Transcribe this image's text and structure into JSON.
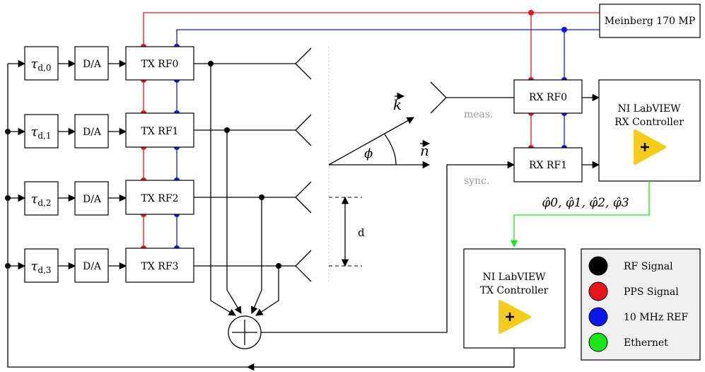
{
  "delays": [
    "τd,0",
    "τd,1",
    "τd,2",
    "τd,3"
  ],
  "delay_parts": [
    {
      "tau": "τ",
      "sub": "d,0"
    },
    {
      "tau": "τ",
      "sub": "d,1"
    },
    {
      "tau": "τ",
      "sub": "d,2"
    },
    {
      "tau": "τ",
      "sub": "d,3"
    }
  ],
  "dac_label": "D/A",
  "tx_rf": [
    "TX RF0",
    "TX RF1",
    "TX RF2",
    "TX RF3"
  ],
  "rx_rf": [
    "RX RF0",
    "RX RF1"
  ],
  "meinberg": "Meinberg 170 MP",
  "rx_controller": [
    "NI LabVIEW",
    "RX Controller"
  ],
  "tx_controller": [
    "NI LabVIEW",
    "TX Controller"
  ],
  "labels": {
    "meas": "meas.",
    "sync": "sync.",
    "k_vec": "k",
    "n_vec": "n",
    "phi": "ϕ",
    "d": "d",
    "phases": "φ̂0, φ̂1, φ̂2, φ̂3"
  },
  "legend": [
    {
      "label": "RF Signal",
      "color": "#000000"
    },
    {
      "label": "PPS Signal",
      "color": "#e8141b"
    },
    {
      "label": "10 MHz REF",
      "color": "#0a17e6"
    },
    {
      "label": "Ethernet",
      "color": "#19e619"
    }
  ],
  "colors": {
    "rf": "#000000",
    "pps": "#e8141b",
    "ref10": "#0a17e6",
    "ethernet": "#19e619",
    "labview_icon": "#f5cc1c",
    "legend_bg": "#f0f0f0"
  },
  "icons": [
    "labview-run-icon"
  ]
}
